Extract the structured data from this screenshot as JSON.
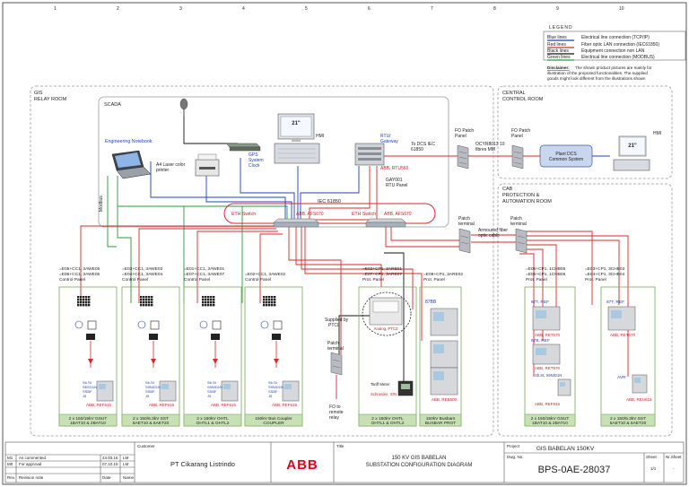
{
  "legend": {
    "title": "LEGEND",
    "rows": [
      {
        "name": "Blue lines",
        "desc": "Electrical line connection (TCP/IP)",
        "color": "#1f3fbf"
      },
      {
        "name": "Red lines",
        "desc": "Fiber optic LAN connection (IEC61850)",
        "color": "#d62a2a"
      },
      {
        "name": "Black lines",
        "desc": "Equipment connection non LAN",
        "color": "#111111"
      },
      {
        "name": "Green lines",
        "desc": "Electrical line connection (MODBUS)",
        "color": "#2a9a3a"
      }
    ],
    "disclaimer_label": "Disclaimer:",
    "disclaimer_lines": [
      "The shown product pictures are mainly for",
      "illustration of the proposed functionalities. The supplied",
      "goods might look different from the illustrations shown"
    ]
  },
  "areas": {
    "gis_relay_room": [
      "GIS",
      "RELAY ROOM"
    ],
    "central_control_room": [
      "CENTRAL",
      "CONTROL ROOM"
    ],
    "cab_room": [
      "CAB",
      "PROTECTION &",
      "AUTOMATION ROOM"
    ],
    "scada": "SCADA"
  },
  "scada": {
    "engineering_notebook": "Engineering Notebook",
    "laser_printer": [
      "A4 Laser color",
      "printer"
    ],
    "gps": [
      "GPS",
      "System",
      "Clock"
    ],
    "hmi": "HMI",
    "rtu_gateway": [
      "RTU/",
      "Gateway"
    ],
    "rtu_brand": "ABB, RTU560",
    "rtu_panel": [
      "GAY001",
      "RTU Panel"
    ],
    "to_dcs": [
      "To DCS IEC",
      "61850"
    ],
    "monitor_text": "21\"",
    "modbus": "Modbus",
    "iec_bus": "IEC 61850",
    "eth_switch_1": "ETH Switch",
    "eth_switch_1_brand": "ABB, AFS670",
    "eth_switch_2": "ETH Switch",
    "eth_switch_2_brand": "ABB, AFS670"
  },
  "central": {
    "fo_patch_1": [
      "FO Patch",
      "Panel"
    ],
    "fo_patch_2": [
      "FO Patch",
      "Panel"
    ],
    "fiber_label": [
      "OCYR8013 10",
      "fibres MM"
    ],
    "dcs": [
      "Plant DCS",
      "Common System"
    ],
    "hmi": "HMI",
    "monitor_text": "21\""
  },
  "cab": {
    "patch_terminal_1": [
      "Patch",
      "terminal"
    ],
    "patch_terminal_2": [
      "Patch",
      "terminal"
    ],
    "armoured": [
      "Armoured fiber",
      "optic cable"
    ]
  },
  "panels": [
    {
      "header": [
        "=E05+CC1, 3AWE05",
        "=E06+CC1, 3AWE06",
        "Control Panel"
      ],
      "device": "Sb.St, SEKD1N, SSBF, J5",
      "brand": "ABB, REF615",
      "footer": [
        "2 x 150/15kV GSUT",
        "1BAT10 & 2BAT10"
      ]
    },
    {
      "header": [
        "=E03+CC1, 3AWE03",
        "=E04+CC1, 3AWE04",
        "Control Panel"
      ],
      "device": "Sb.St, S9N/D1N, SSBF, J5",
      "brand": "ABB, REF615",
      "footer": [
        "2 x 150/6.3kV SST",
        "5AET10 & 6AET20"
      ]
    },
    {
      "header": [
        "=E01+CC1, 3AWE01",
        "=E07+CC1, 3AWE07",
        "Control Panel"
      ],
      "device": "Sb.St, S9N/D1N, SSBF, J5",
      "brand": "ABB, REF615",
      "footer": [
        "2 x 150kV OHTL",
        "OHTL1 & OHTL2"
      ]
    },
    {
      "header": [
        "=E02+CC1, 3AWE02",
        "Control Panel"
      ],
      "device": "Sb.St, S9N/D1N, SSBF, J5",
      "brand": "ABB, REF615",
      "footer": [
        "150kV Bus Coupler",
        "COUPLER"
      ]
    }
  ],
  "prot_panels": [
    {
      "header": [
        "=E02+CP1, 3ARE01",
        "=E07+CP1, 3ARE07",
        "Prot. Panel"
      ],
      "footer": [
        "2 x 150kV OHTL",
        "OHTL1 & OHTL2"
      ],
      "tariff": "Tariff Meter",
      "tariff_brand": "Schneider, ION",
      "analog": "Analog, PTC2",
      "supplied": [
        "Supplied by",
        "PTCL"
      ],
      "patch": [
        "Patch",
        "terminal"
      ],
      "fo_relay": [
        "FO to",
        "remote",
        "relay"
      ]
    },
    {
      "header": [
        "=E09+CP1, 3ARE02",
        "Prot. Panel"
      ],
      "relay": "87BB",
      "brand": "ABB, REB500",
      "footer": [
        "150kV Busbars",
        "BUSBAR PROT"
      ]
    }
  ],
  "cab_panels": [
    {
      "header": [
        "=E05+CP1, 1CHB05",
        "=E06+CP1, 1CHB06",
        "Prot. Panel"
      ],
      "r1": "87T, REF",
      "r1_brand": "ABB, RET670",
      "r2": "67B, REF",
      "r2_brand": "ABB, RET670",
      "r3": "Sb.St, S9N/D1N",
      "r3_brand": "ABB, REF615",
      "footer": [
        "2 x 150/15kV GSUT",
        "1BAT10 & 2BAT10"
      ]
    },
    {
      "header": [
        "=E03+CP1, 3CHB03",
        "=E04+CP1, 3CHB04",
        "Prot. Panel"
      ],
      "r1": "87T, REF",
      "r1_brand": "ABB, RET670",
      "r2": "AVR",
      "r2_brand": "ABB, REU615",
      "footer": [
        "2 x 150/6.3kV SST",
        "5AET10 & 6AET20"
      ]
    }
  ],
  "title_block": {
    "customer_label": "Customer",
    "customer": "PT Cikarang Listrindo",
    "title_label": "Title",
    "title": [
      "150 KV GIS BABELAN",
      "SUBSTATION CONFIGURATION DIAGRAM"
    ],
    "project_label": "Project",
    "project": "GIS BABELAN 150KV",
    "dwg_label": "Dwg. No.",
    "dwg": "BPS-0AE-28037",
    "sheet_label": "Sheet",
    "sheet": "1/1",
    "nr_label": "Nr.Sheet",
    "nr": "-",
    "logo": "ABB",
    "revisions": [
      {
        "rev": "M1",
        "text": "As commented",
        "date": "24.03.16",
        "name": "LM"
      },
      {
        "rev": "M0",
        "text": "For approval",
        "date": "07.10.15",
        "name": "LM"
      }
    ],
    "rev_header": {
      "rev": "Rev.",
      "text": "Revision note",
      "date": "Date",
      "name": "Name"
    }
  }
}
